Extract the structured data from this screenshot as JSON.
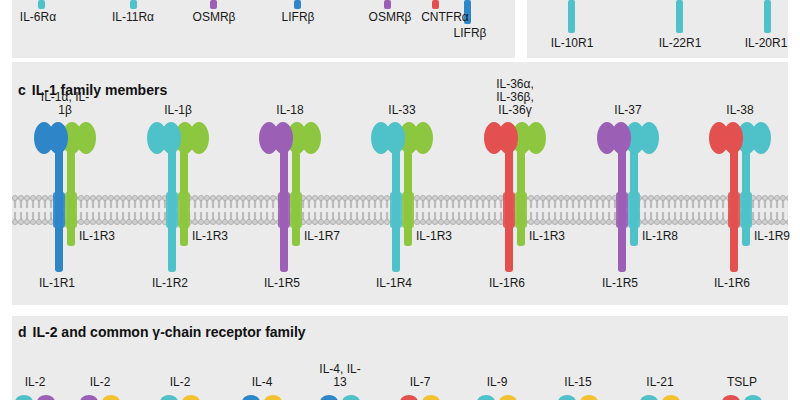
{
  "diagram": {
    "nodes": [
      {
        "text": [
          "c",
          "IL-1 family members"
        ]
      },
      {
        "text": [
          "d",
          "IL-2 and common γ-chain receptor family"
        ]
      }
    ],
    "labels": [
      "IL-6Rα",
      "IL-11Rα",
      "OSMRβ",
      "LIFRβ",
      "OSMRβ",
      "CNTFRα",
      "LIFRβ",
      "IL-10R1",
      "IL-22R1",
      "IL-20R1",
      "IL-1α, IL-1β",
      "IL-1R3",
      "IL-1R1",
      "IL-1β",
      "IL-1R3",
      "IL-1R2",
      "IL-18",
      "IL-1R7",
      "IL-1R5",
      "IL-33",
      "IL-1R3",
      "IL-1R4",
      "IL-36α, IL-36β, IL-36γ",
      "IL-1R3",
      "IL-1R6",
      "IL-37",
      "IL-1R8",
      "IL-1R5",
      "IL-38",
      "IL-1R9",
      "IL-1R6",
      "IL-2",
      "IL-2",
      "IL-2",
      "IL-4",
      "IL-4, IL-13",
      "IL-7",
      "IL-9",
      "IL-15",
      "IL-21",
      "TSLP"
    ]
  }
}
